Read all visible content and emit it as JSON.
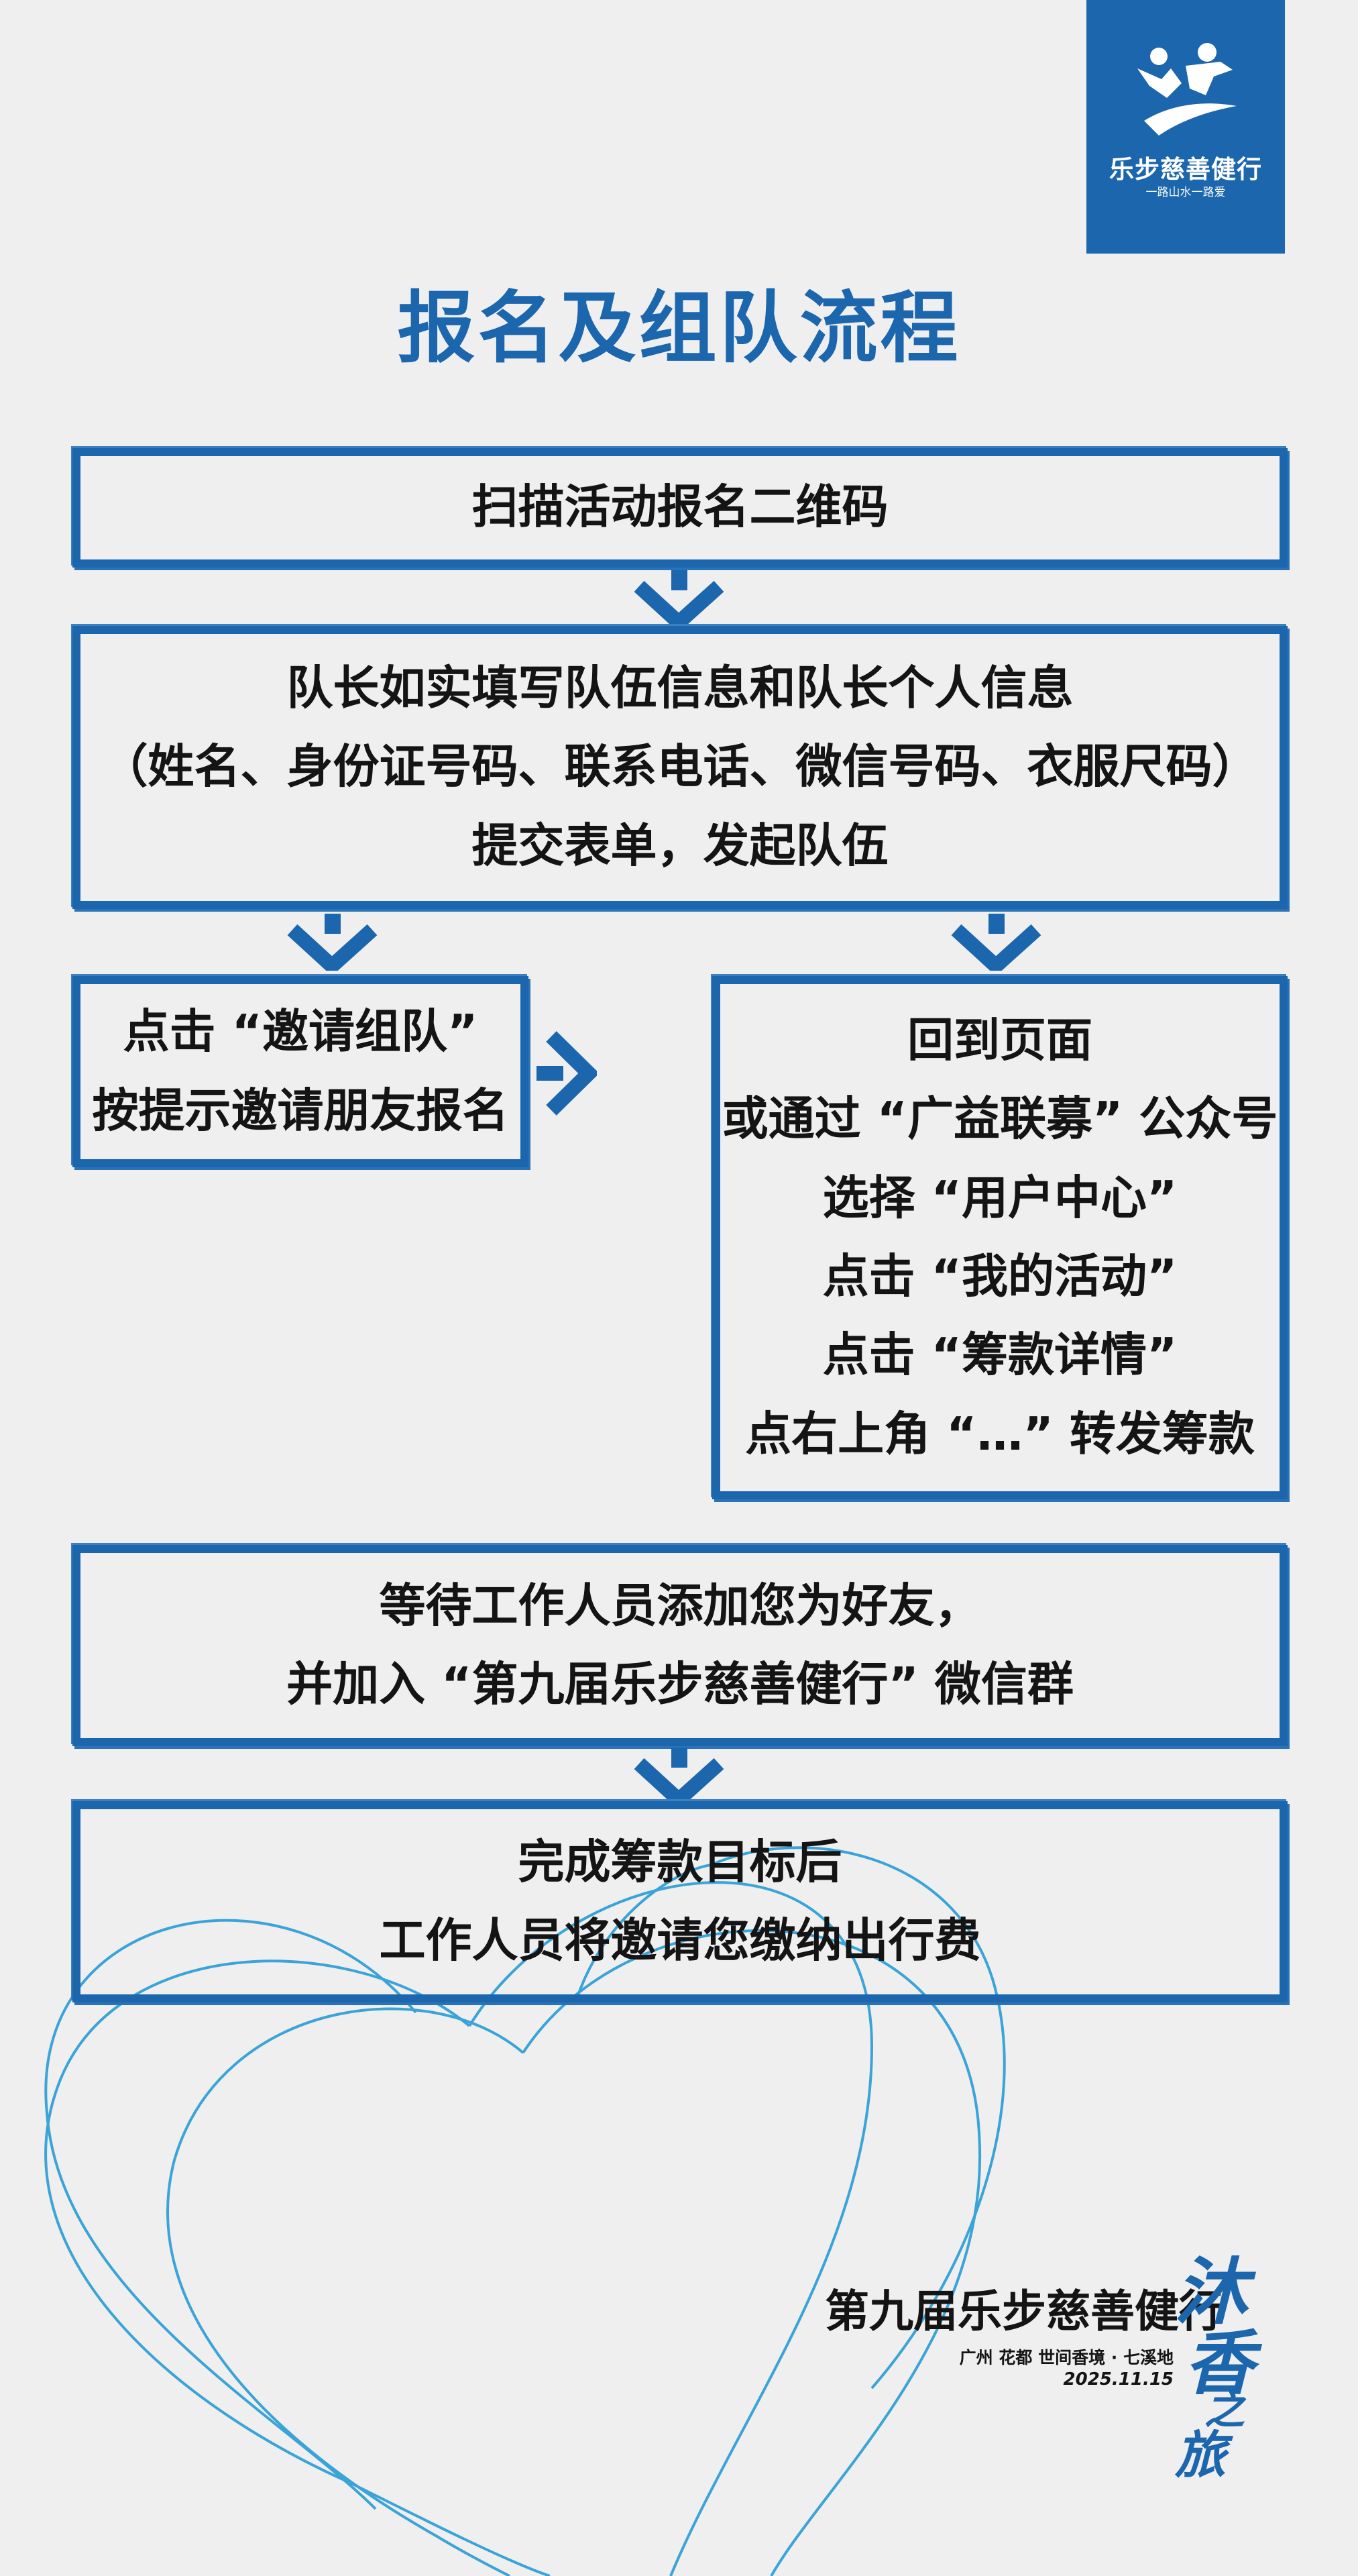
{
  "brand": {
    "name": "乐步慈善健行",
    "slogan": "一路山水一路爱",
    "color": "#1c66ad",
    "icon": "runners-logo-icon"
  },
  "title": "报名及组队流程",
  "steps": {
    "scan": {
      "lines": [
        "扫描活动报名二维码"
      ]
    },
    "fill_info": {
      "lines": [
        "队长如实填写队伍信息和队长个人信息",
        "（姓名、身份证号码、联系电话、微信号码、衣服尺码）",
        "提交表单，发起队伍"
      ]
    },
    "invite": {
      "lines": [
        "点击 “邀请组队”",
        "按提示邀请朋友报名"
      ]
    },
    "return_page": {
      "lines": [
        "回到页面",
        "或通过 “广益联募” 公众号",
        "选择 “用户中心”",
        "点击 “我的活动”",
        "点击 “筹款详情”",
        "点右上角 “…” 转发筹款"
      ]
    },
    "wait_staff": {
      "lines": [
        "等待工作人员添加您为好友，",
        "并加入 “第九届乐步慈善健行” 微信群"
      ]
    },
    "complete": {
      "lines": [
        "完成筹款目标后",
        "工作人员将邀请您缴纳出行费"
      ]
    }
  },
  "footer": {
    "event": "第九届乐步慈善健行",
    "location": "广州  花都  世间香境 · 七溪地",
    "date": "2025.11.15",
    "calligraphy": "沐香之旅"
  },
  "colors": {
    "accent": "#1c66ad",
    "heart_line": "#3aa3d8",
    "background": "#efefef"
  }
}
